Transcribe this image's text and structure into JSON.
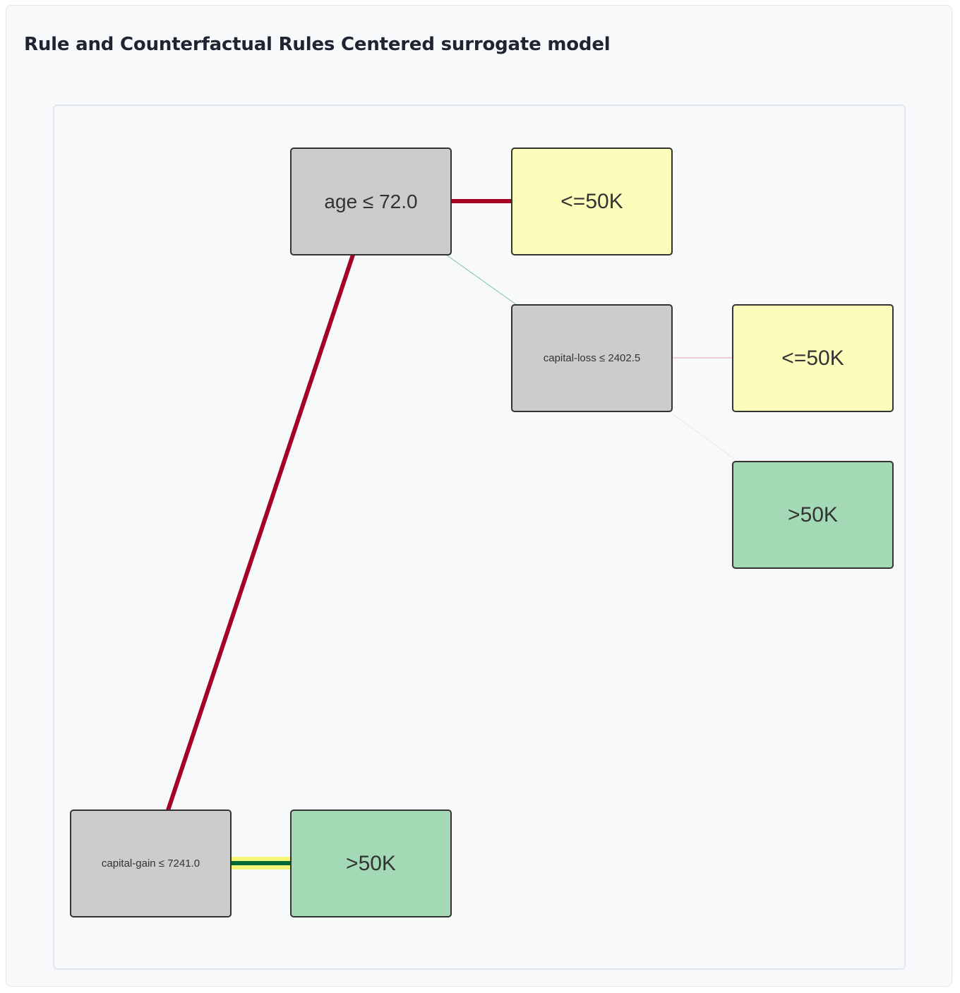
{
  "card": {
    "title": "Rule and Counterfactual Rules Centered surrogate model"
  },
  "colors": {
    "split_node_fill": "#cccccc",
    "leaf_le50k_fill": "#fdfdbb",
    "leaf_gt50k_fill": "#a3dab5",
    "node_border": "#333333",
    "rule_path": "#a50026",
    "counterfactual_path": "#006837",
    "counterfactual_halo": "#f5f57a",
    "minor_edge_teal": "#7fbfad",
    "minor_edge_pink": "#e8a0b0",
    "minor_edge_faint": "#e6eae6"
  },
  "diagram": {
    "nodes": [
      {
        "id": "age",
        "kind": "split",
        "label": "age ≤ 72.0"
      },
      {
        "id": "leaf1",
        "kind": "leaf_le50k",
        "label": "<=50K"
      },
      {
        "id": "capital_loss",
        "kind": "split",
        "label": "capital-loss ≤ 2402.5"
      },
      {
        "id": "leaf2",
        "kind": "leaf_le50k",
        "label": "<=50K"
      },
      {
        "id": "leaf3",
        "kind": "leaf_gt50k",
        "label": ">50K"
      },
      {
        "id": "capital_gain",
        "kind": "split",
        "label": "capital-gain ≤ 7241.0"
      },
      {
        "id": "leaf4",
        "kind": "leaf_gt50k",
        "label": ">50K"
      }
    ],
    "edges": [
      {
        "from": "age",
        "to": "leaf1",
        "style": "rule"
      },
      {
        "from": "age",
        "to": "capital_loss",
        "style": "minor_teal"
      },
      {
        "from": "capital_loss",
        "to": "leaf2",
        "style": "minor_pink"
      },
      {
        "from": "capital_loss",
        "to": "leaf3",
        "style": "minor_faint"
      },
      {
        "from": "age",
        "to": "capital_gain",
        "style": "rule"
      },
      {
        "from": "capital_gain",
        "to": "leaf4",
        "style": "counterfactual"
      }
    ]
  }
}
